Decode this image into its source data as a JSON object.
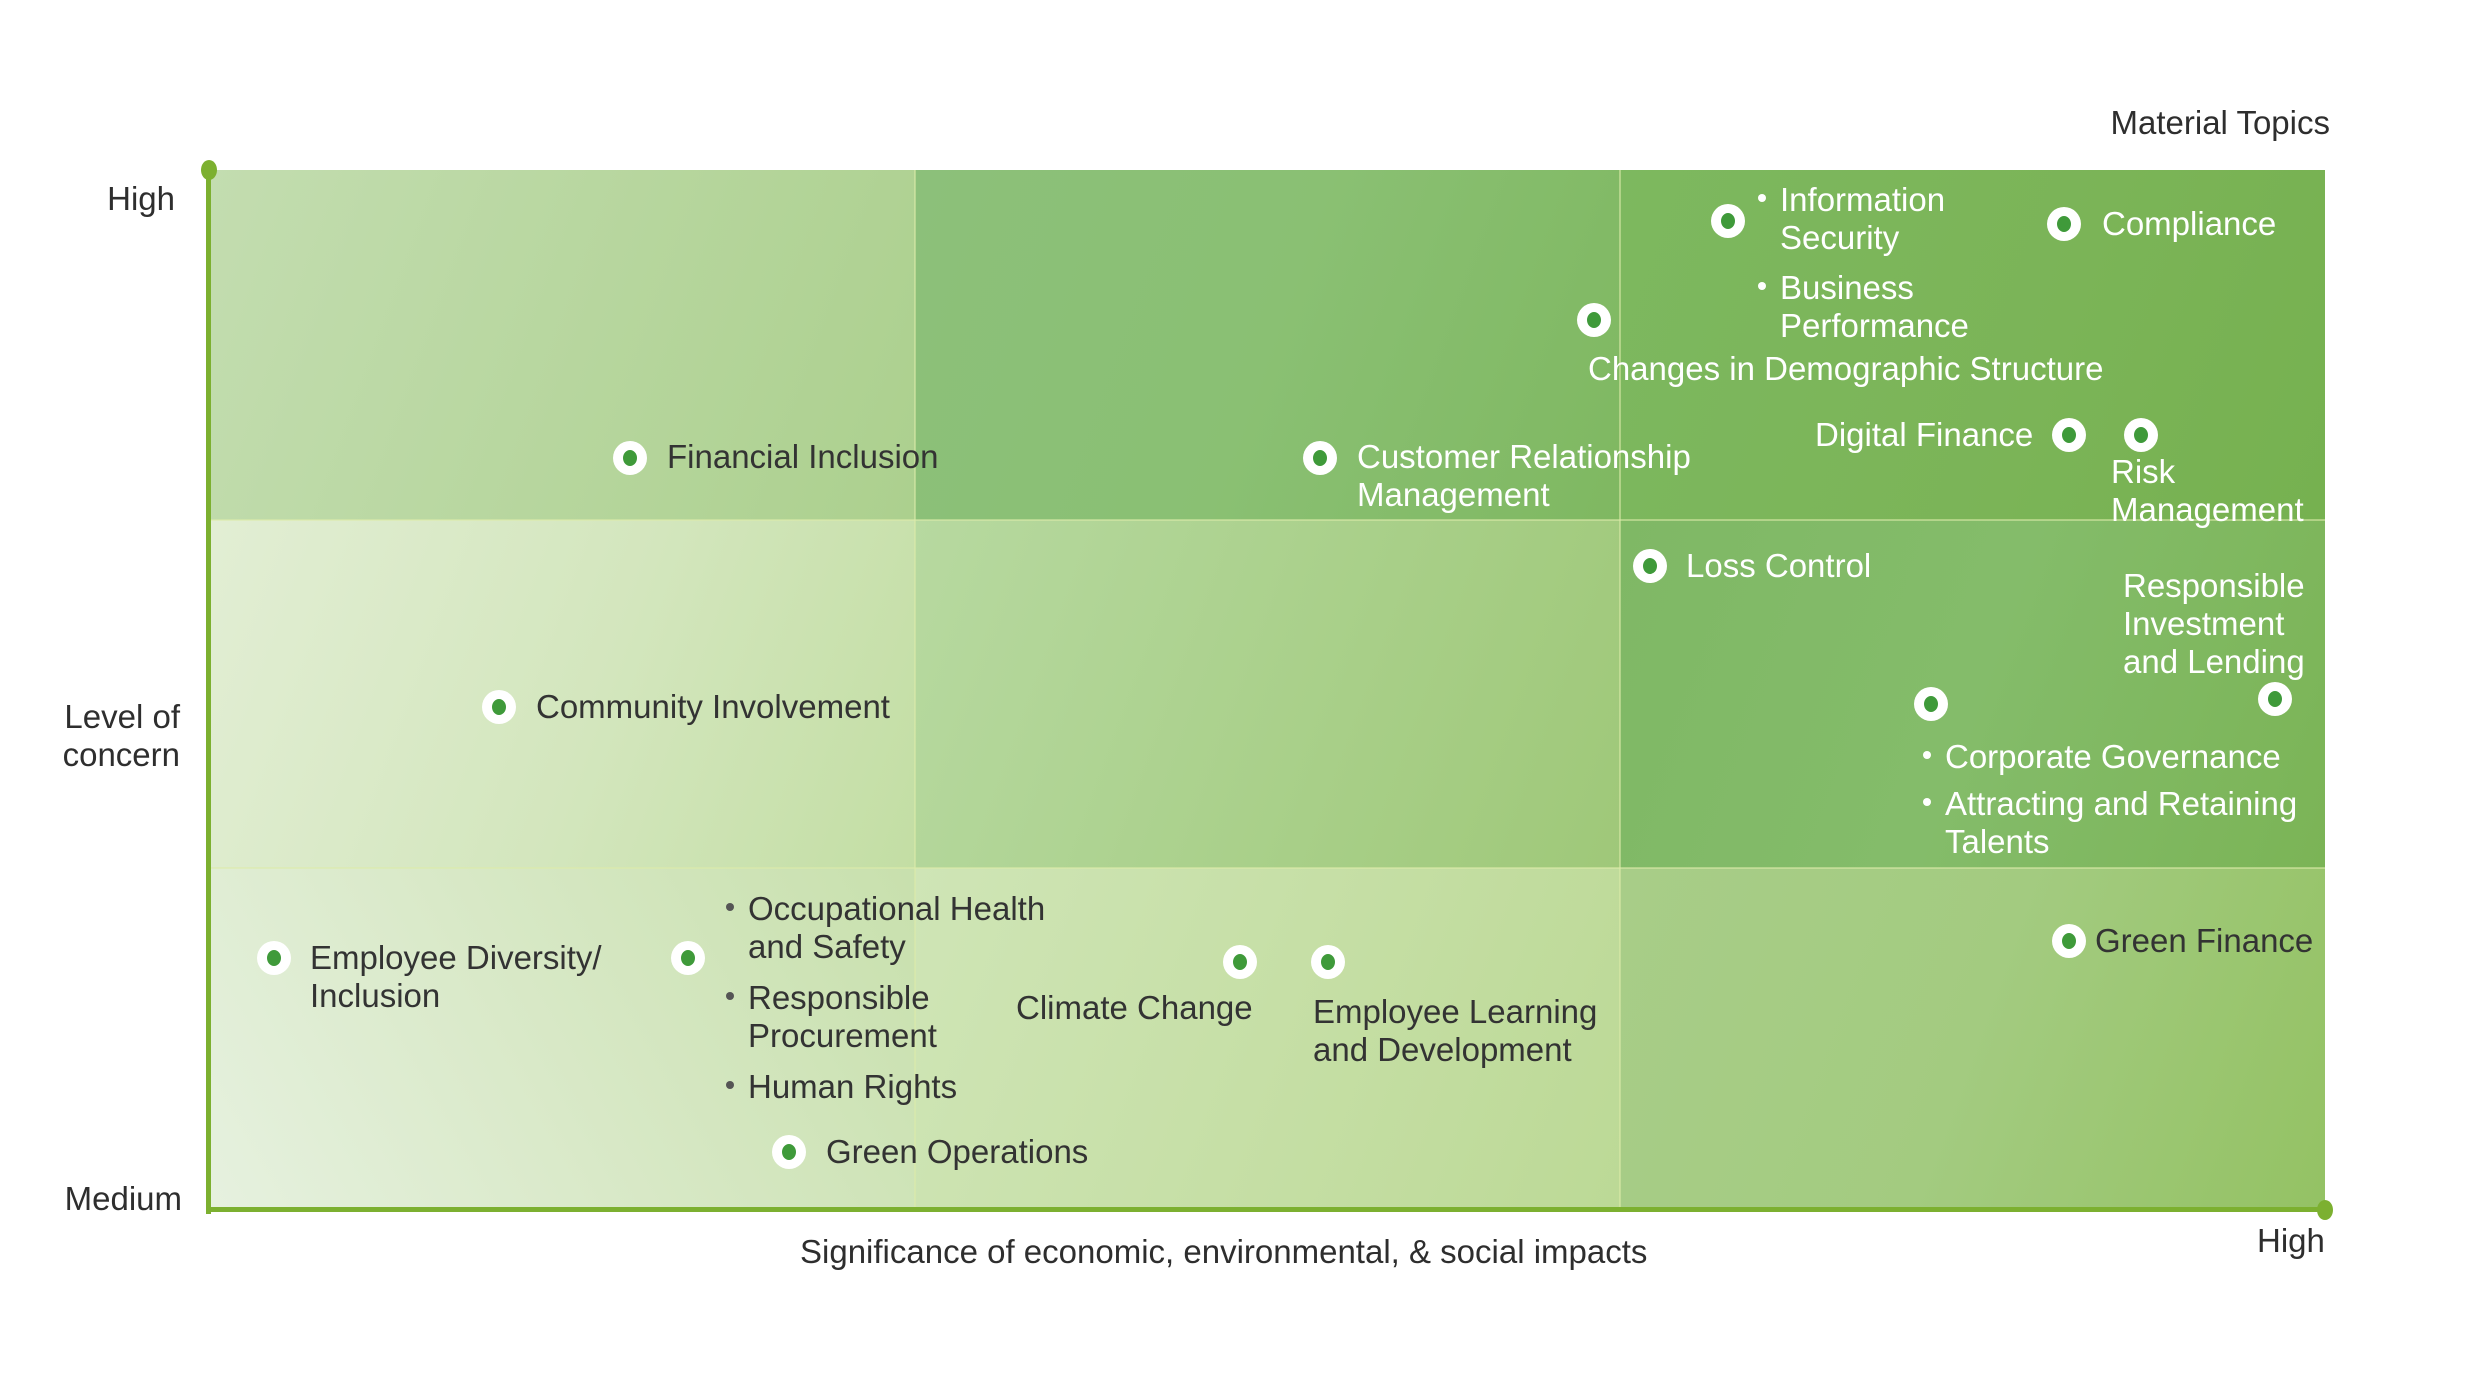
{
  "chart_data": {
    "type": "scatter",
    "title": "Material Topics",
    "xlabel": "Significance of economic, environmental, & social impacts",
    "ylabel": "Level of concern",
    "x_ticks": [
      "",
      "High"
    ],
    "y_ticks": [
      "Medium",
      "High"
    ],
    "xlim": [
      0,
      3
    ],
    "ylim": [
      0,
      3
    ],
    "grid": "3x3 shaded matrix",
    "points": [
      {
        "label": "Financial Inclusion",
        "x": 0.6,
        "y": 2.18
      },
      {
        "label": "Customer Relationship Management",
        "x": 1.58,
        "y": 2.18
      },
      {
        "label": "Changes in Demographic Structure",
        "x": 1.96,
        "y": 2.58
      },
      {
        "label": "Information Security; Business Performance",
        "x": 2.15,
        "y": 2.86
      },
      {
        "label": "Compliance",
        "x": 2.63,
        "y": 2.85
      },
      {
        "label": "Digital Finance",
        "x": 2.64,
        "y": 2.24
      },
      {
        "label": "Risk Management",
        "x": 2.74,
        "y": 2.24
      },
      {
        "label": "Loss Control",
        "x": 2.04,
        "y": 1.93
      },
      {
        "label": "Responsible Investment and Lending",
        "x": 2.93,
        "y": 1.55
      },
      {
        "label": "Corporate Governance; Attracting and Retaining Talents",
        "x": 2.44,
        "y": 1.53
      },
      {
        "label": "Community Involvement",
        "x": 0.41,
        "y": 1.55
      },
      {
        "label": "Employee Diversity/ Inclusion",
        "x": 0.09,
        "y": 0.8
      },
      {
        "label": "Occupational Health and Safety; Responsible Procurement; Human Rights",
        "x": 0.68,
        "y": 0.8
      },
      {
        "label": "Climate Change",
        "x": 1.46,
        "y": 0.71
      },
      {
        "label": "Employee Learning and Development",
        "x": 1.59,
        "y": 0.71
      },
      {
        "label": "Green Operations",
        "x": 0.82,
        "y": 0.17
      },
      {
        "label": "Green Finance",
        "x": 2.64,
        "y": 0.84
      }
    ]
  },
  "header": {
    "title": "Material Topics"
  },
  "axes": {
    "y_high": "High",
    "y_mid_line1": "Level of",
    "y_mid_line2": "concern",
    "y_low": "Medium",
    "x_title": "Significance of economic, environmental, & social impacts",
    "x_high": "High"
  },
  "colors": {
    "axis": "#7cb030",
    "marker_dot": "#3f9a3a",
    "marker_ring": "#ffffff",
    "cell_low": "#e3efd8",
    "cell_high": "#78b150"
  },
  "topics": {
    "financial_inclusion": "Financial Inclusion",
    "crm_1": "Customer Relationship",
    "crm_2": "Management",
    "demographic": "Changes in Demographic Structure",
    "info_sec_1": "Information",
    "info_sec_2": "Security",
    "biz_perf_1": "Business",
    "biz_perf_2": "Performance",
    "compliance": "Compliance",
    "digital_finance": "Digital Finance",
    "risk_1": "Risk",
    "risk_2": "Management",
    "loss_control": "Loss Control",
    "resp_inv_1": "Responsible",
    "resp_inv_2": "Investment",
    "resp_inv_3": "and Lending",
    "corp_gov": "Corporate Governance",
    "talents_1": "Attracting and Retaining",
    "talents_2": "Talents",
    "community": "Community Involvement",
    "diversity_1": "Employee Diversity/",
    "diversity_2": "Inclusion",
    "ohs_1": "Occupational Health",
    "ohs_2": "and Safety",
    "procurement_1": "Responsible",
    "procurement_2": "Procurement",
    "human_rights": "Human Rights",
    "climate": "Climate Change",
    "learning_1": "Employee Learning",
    "learning_2": "and Development",
    "green_ops": "Green Operations",
    "green_finance": "Green Finance"
  }
}
